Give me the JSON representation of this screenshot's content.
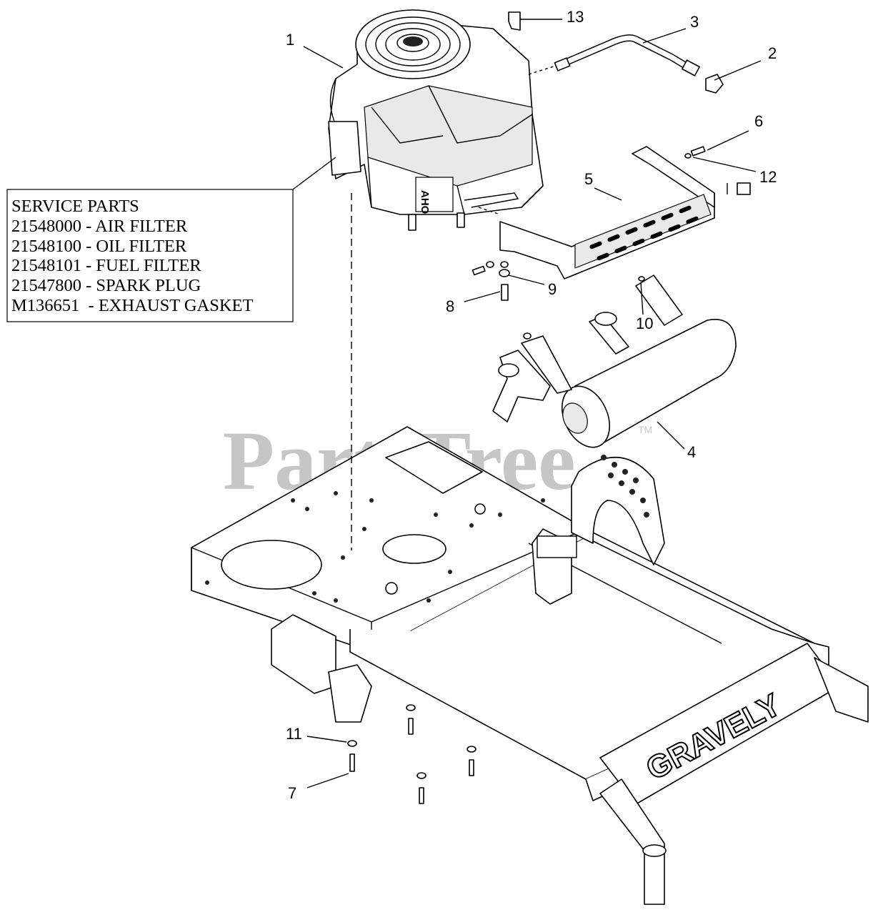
{
  "service_parts": {
    "heading": "SERVICE PARTS",
    "items": [
      {
        "part_no": "21548000",
        "sep": " - ",
        "name": "AIR FILTER"
      },
      {
        "part_no": "21548100",
        "sep": " - ",
        "name": "OIL FILTER"
      },
      {
        "part_no": "21548101",
        "sep": " - ",
        "name": "FUEL FILTER"
      },
      {
        "part_no": "21547800",
        "sep": " - ",
        "name": "SPARK PLUG"
      },
      {
        "part_no": "M136651",
        "sep": "  - ",
        "name": "EXHAUST GASKET"
      }
    ]
  },
  "callouts": {
    "c1": "1",
    "c2": "2",
    "c3": "3",
    "c4": "4",
    "c5": "5",
    "c6": "6",
    "c7": "7",
    "c8": "8",
    "c9": "9",
    "c10": "10",
    "c11": "11",
    "c12": "12",
    "c13": "13"
  },
  "watermark": {
    "text": "PartsTree",
    "tm": "TM"
  },
  "frame_brand": "GRAVELY",
  "engine_label": "AHO"
}
